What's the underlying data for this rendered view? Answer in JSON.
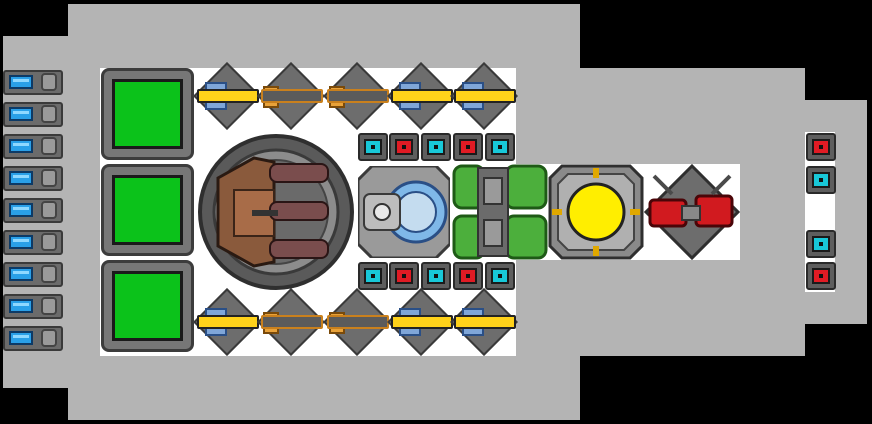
{
  "scene": {
    "type": "spaceship-interior",
    "colors": {
      "space": "#000000",
      "hull": "#b4b4b4",
      "deck": "#ffffff",
      "storage_green": "#0bc21a",
      "core_yellow": "#ffee00",
      "missile_red": "#e01b24",
      "shield_cyan": "#18c8d8",
      "thruster_blue": "#2aa0e8"
    }
  },
  "modules": {
    "thrusters_count": 9,
    "storage_count": 3,
    "guns_top": [
      "yellow-gun",
      "orange-gun",
      "orange-gun",
      "yellow-gun",
      "yellow-gun"
    ],
    "guns_bottom": [
      "yellow-gun",
      "orange-gun",
      "orange-gun",
      "yellow-gun",
      "yellow-gun"
    ],
    "generators_top": [
      "cyan",
      "red",
      "cyan",
      "red",
      "cyan"
    ],
    "generators_bottom": [
      "cyan",
      "red",
      "cyan",
      "red",
      "cyan"
    ],
    "side_right": [
      "red",
      "cyan",
      "cyan",
      "red"
    ],
    "turret_barrels": 3
  }
}
